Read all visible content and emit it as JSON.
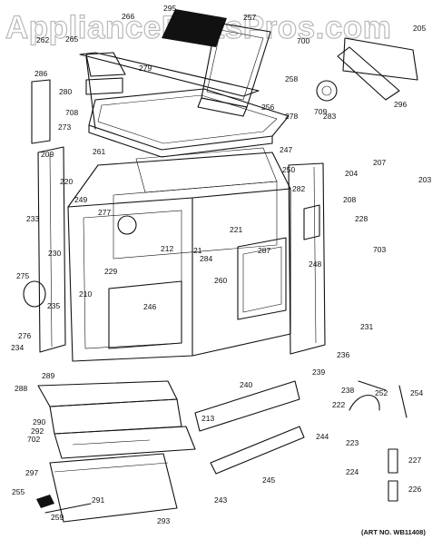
{
  "watermark": "AppliancePartsPros.com",
  "art_number": "(ART NO. WB11408)",
  "callouts": [
    "295",
    "257",
    "266",
    "262",
    "265",
    "279",
    "700",
    "205",
    "286",
    "258",
    "280",
    "709",
    "296",
    "708",
    "256",
    "278",
    "283",
    "273",
    "247",
    "261",
    "209",
    "250",
    "204",
    "207",
    "203",
    "220",
    "282",
    "249",
    "277",
    "208",
    "233",
    "21",
    "221",
    "228",
    "230",
    "212",
    "287",
    "248",
    "703",
    "284",
    "229",
    "275",
    "260",
    "210",
    "246",
    "235",
    "276",
    "231",
    "234",
    "236",
    "289",
    "239",
    "288",
    "238",
    "240",
    "252",
    "254",
    "222",
    "290",
    "292",
    "702",
    "244",
    "223",
    "213",
    "293",
    "297",
    "224",
    "227",
    "255",
    "245",
    "243",
    "291",
    "226",
    "259"
  ]
}
